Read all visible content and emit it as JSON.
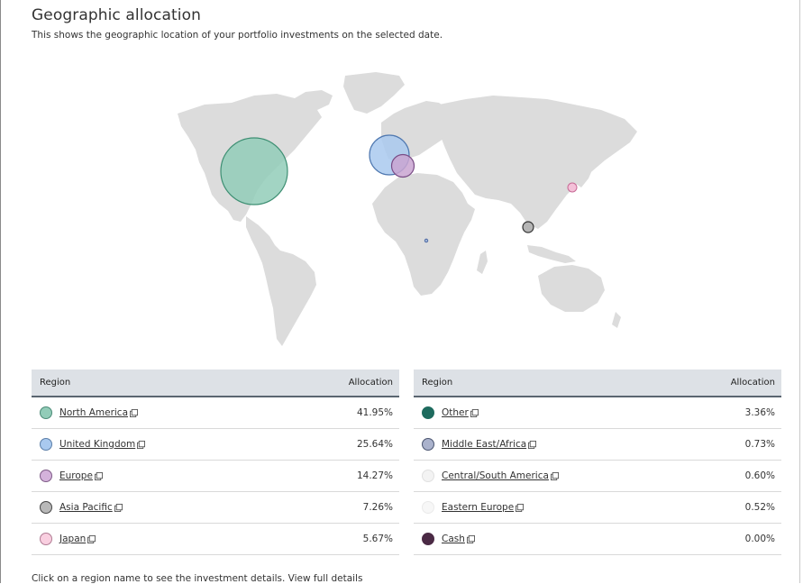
{
  "header": {
    "title": "Geographic allocation",
    "subtitle": "This shows the geographic location of your portfolio investments on the selected date."
  },
  "map": {
    "land_color": "#dcdcdc",
    "markers": [
      {
        "region": "North America",
        "color": "#92ccb8"
      },
      {
        "region": "United Kingdom",
        "color": "#a9c9ef"
      },
      {
        "region": "Europe",
        "color": "#c9a4d1"
      },
      {
        "region": "Asia Pacific",
        "color": "#b5b5b5"
      },
      {
        "region": "Japan",
        "color": "#f4c0d8"
      },
      {
        "region": "Middle East/Africa",
        "color": "#9fb3d6"
      }
    ]
  },
  "tables": {
    "left": {
      "header_region": "Region",
      "header_allocation": "Allocation",
      "rows": [
        {
          "name": "North America",
          "value": "41.95%",
          "color": "#92ccb8",
          "border": "#4a8a76"
        },
        {
          "name": "United Kingdom",
          "value": "25.64%",
          "color": "#a9c9ef",
          "border": "#5a7ea8"
        },
        {
          "name": "Europe",
          "value": "14.27%",
          "color": "#d4b2db",
          "border": "#7d5a86"
        },
        {
          "name": "Asia Pacific",
          "value": "7.26%",
          "color": "#b8b8b8",
          "border": "#444444"
        },
        {
          "name": "Japan",
          "value": "5.67%",
          "color": "#f9cfe0",
          "border": "#b07b93"
        }
      ]
    },
    "right": {
      "header_region": "Region",
      "header_allocation": "Allocation",
      "rows": [
        {
          "name": "Other",
          "value": "3.36%",
          "color": "#1e6b5e",
          "border": "#1e6b5e"
        },
        {
          "name": "Middle East/Africa",
          "value": "0.73%",
          "color": "#aab2cc",
          "border": "#4a5570"
        },
        {
          "name": "Central/South America",
          "value": "0.60%",
          "color": "#f3f3f3",
          "border": "#e0e0e0"
        },
        {
          "name": "Eastern Europe",
          "value": "0.52%",
          "color": "#f7f7f7",
          "border": "#eaeaea"
        },
        {
          "name": "Cash",
          "value": "0.00%",
          "color": "#4b2a45",
          "border": "#4b2a45"
        }
      ]
    }
  },
  "footer": {
    "text": "Click on a region name to see the investment details. View full details"
  },
  "icons": {
    "external": "external-link-icon"
  }
}
